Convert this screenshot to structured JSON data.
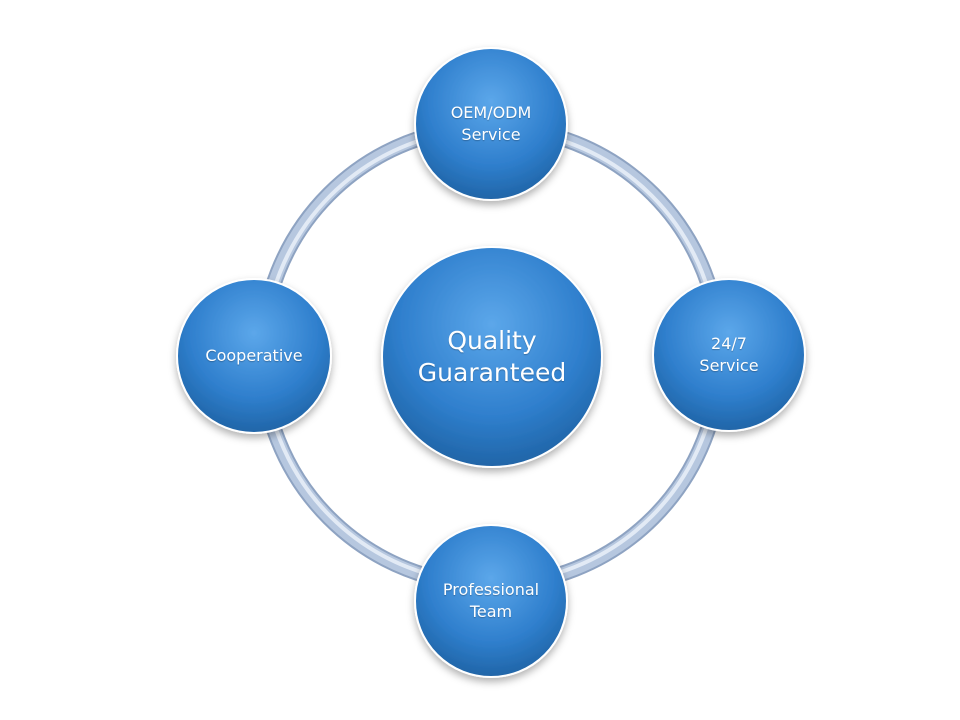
{
  "diagram": {
    "center": {
      "lines": [
        "Quality",
        "Guaranteed"
      ]
    },
    "nodes": [
      {
        "id": "top",
        "lines": [
          "OEM/ODM",
          "Service"
        ]
      },
      {
        "id": "right",
        "lines": [
          "24/7",
          "Service"
        ]
      },
      {
        "id": "bottom",
        "lines": [
          "Professional",
          "Team"
        ]
      },
      {
        "id": "left",
        "lines": [
          "Cooperative"
        ]
      }
    ]
  },
  "colors": {
    "circle_fill": "#2f7fcd",
    "circle_fill_light": "#5ca7ea",
    "circle_fill_dark": "#1d5f9f",
    "circle_stroke": "#ffffff",
    "ring": "#b6c7df",
    "ring_highlight": "#e2eaf5",
    "ring_shadow": "#8ea3c2"
  }
}
